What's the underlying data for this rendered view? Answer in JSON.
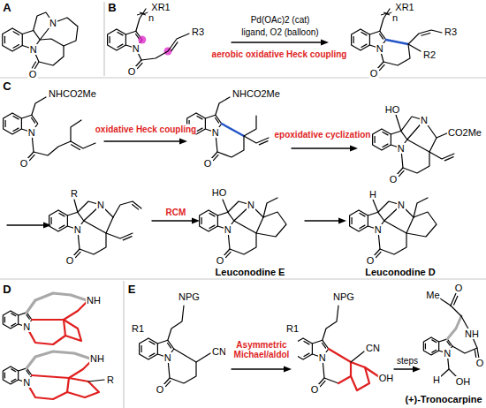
{
  "diagram": {
    "labels": [
      "A",
      "N",
      "O",
      "B",
      "n",
      "XR1",
      "N",
      "O",
      "R3",
      "Pd(OAc)2 (cat)",
      "ligand, O2 (balloon)",
      "aerobic oxidative Heck coupling",
      "n",
      "XR1",
      "N",
      "O",
      "R2",
      "R3",
      "C",
      "NHCO2Me",
      "N",
      "O",
      "oxidative Heck coupling",
      "NHCO2Me",
      "N",
      "O",
      "epoxidative cyclization",
      "HO",
      "N",
      "N",
      "CO2Me",
      "O",
      "R",
      "N",
      "N",
      "O",
      "RCM",
      "HO",
      "N",
      "N",
      "O",
      "Leuconodine E",
      "H",
      "N",
      "N",
      "O",
      "Leuconodine D",
      "D",
      "N",
      "NH",
      "N",
      "NH",
      "R",
      "E",
      "NPG",
      "R1",
      "CN",
      "N",
      "O",
      "Asymmetric Michael/aldol",
      "NPG",
      "R1",
      "CN",
      "N",
      "O",
      "OH",
      "steps",
      "Me",
      "O",
      "NH",
      "O",
      "N",
      "H",
      "OH",
      "(+)-Tronocarpine",
      "N"
    ]
  }
}
